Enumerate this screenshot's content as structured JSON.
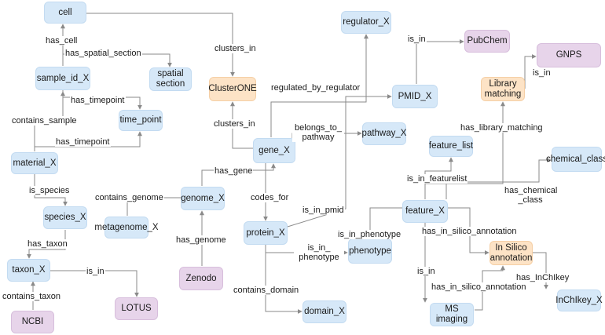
{
  "colors": {
    "entity": "#d6e8f8",
    "tool": "#fde3c6",
    "database": "#e7d4ea",
    "edge": "#8a8a8a"
  },
  "nodes": {
    "cell": "cell",
    "sample_id": "sample_id_X",
    "spatial_section": "spatial section",
    "time_point": "time_point",
    "material": "material_X",
    "species": "species_X",
    "taxon": "taxon_X",
    "ncbi": "NCBI",
    "lotus": "LOTUS",
    "metagenome": "metagenome_X",
    "genome": "genome_X",
    "zenodo": "Zenodo",
    "clusterone": "ClusterONE",
    "gene": "gene_X",
    "protein": "protein_X",
    "domain": "domain_X",
    "regulator": "regulator_X",
    "pubchem": "PubChem",
    "pmid": "PMID_X",
    "pathway": "pathway_X",
    "phenotype": "phenotype",
    "gnps": "GNPS",
    "library_matching": "Library matching",
    "feature_list": "feature_list",
    "chemical_class": "chemical_class",
    "feature": "feature_X",
    "in_silico": "In Silico annotation",
    "inchikey": "InChIkey_X",
    "ms_imaging": "MS imaging"
  },
  "edges": {
    "has_cell": "has_cell",
    "has_spatial_section": "has_spatial_section",
    "has_timepoint_1": "has_timepoint",
    "contains_sample": "contains_sample",
    "has_timepoint_2": "has_timepoint",
    "is_species": "is_species",
    "has_taxon": "has_taxon",
    "contains_taxon": "contains_taxon",
    "is_in_lotus": "is_in",
    "contains_genome": "contains_genome",
    "has_genome": "has_genome",
    "has_gene": "has_gene",
    "clusters_in_1": "clusters_in",
    "clusters_in_2": "clusters_in",
    "regulated_by_regulator": "regulated_by_regulator",
    "belongs_to_pathway": "belongs_to_ pathway",
    "codes_for": "codes_for",
    "is_in_pmid": "is_in_pmid",
    "is_in_phenotype_1": "is_in_phenotype",
    "is_in_phenotype_2": "is_in_ phenotype",
    "contains_domain": "contains_domain",
    "is_in_pubchem": "is_in",
    "is_in_gnps": "is_in",
    "has_library_matching": "has_library_matching",
    "is_in_featurelist": "is_in_featurelist",
    "has_chemical_class": "has_chemical _class",
    "has_in_silico_annotation_1": "has_in_silico_annotation",
    "has_inchikey": "has_InChIkey",
    "is_in_ms": "is_in",
    "has_in_silico_annotation_2": "has_in_silico_annotation"
  }
}
